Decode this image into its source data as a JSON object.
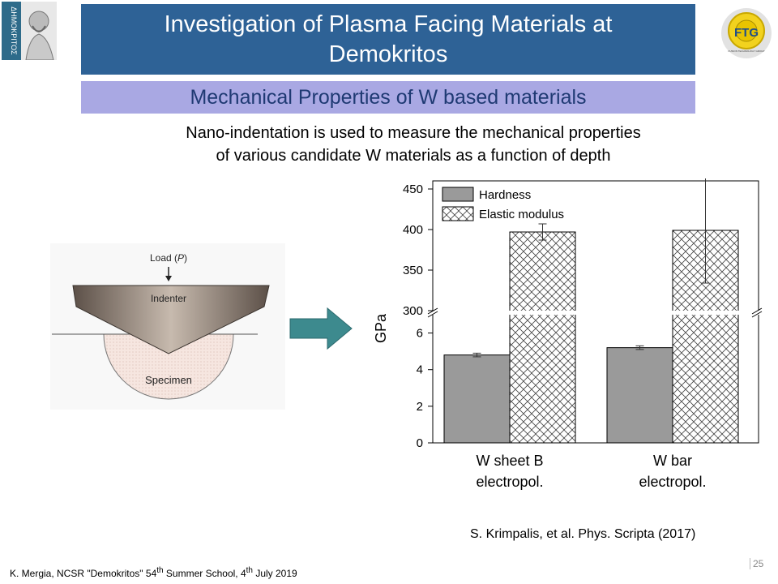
{
  "header": {
    "title": "Investigation of Plasma Facing Materials at Demokritos",
    "subtitle": "Mechanical Properties of W based materials"
  },
  "intro": {
    "line1": "Nano-indentation is used to measure the mechanical properties",
    "line2": "of various candidate W materials as a function of depth"
  },
  "diagram": {
    "load_label": "Load (",
    "load_var": "P",
    "load_close": ")",
    "indenter_label": "Indenter",
    "specimen_label": "Specimen"
  },
  "logos": {
    "left_text": "ΔΗΜΟΚΡΙΤΟΣ",
    "right_text": "FTG",
    "right_small": "FUSION TECHNOLOGY GROUP"
  },
  "citation": "S. Krimpalis, et al. Phys. Scripta (2017)",
  "footer": {
    "text_pre": "K. Mergia, NCSR \"Demokritos\" 54",
    "sup1": "th",
    "text_mid": " Summer School, 4",
    "sup2": "th",
    "text_post": " July 2019"
  },
  "page_number": "25",
  "colors": {
    "title_bg": "#2E6296",
    "subtitle_bg": "#A9A8E3",
    "hardness_fill": "#9A9A9A",
    "arrow_fill": "#3D8A8E"
  },
  "chart_data": {
    "type": "bar",
    "ylabel": "GPa",
    "categories": [
      [
        "W sheet B",
        "electropol."
      ],
      [
        "W bar",
        "electropol."
      ]
    ],
    "broken_axis": true,
    "lower_ylim": [
      0,
      7
    ],
    "upper_ylim": [
      300,
      460
    ],
    "lower_ticks": [
      "0",
      "2",
      "4",
      "6"
    ],
    "upper_ticks": [
      "300",
      "350",
      "400",
      "450"
    ],
    "series": [
      {
        "name": "Hardness",
        "values": [
          4.8,
          5.2
        ],
        "errors": [
          0.1,
          0.1
        ],
        "fill": "solid-gray"
      },
      {
        "name": "Elastic modulus",
        "values": [
          397,
          399
        ],
        "errors": [
          10,
          65
        ],
        "fill": "crosshatch"
      }
    ],
    "legend_position": "top-left"
  }
}
